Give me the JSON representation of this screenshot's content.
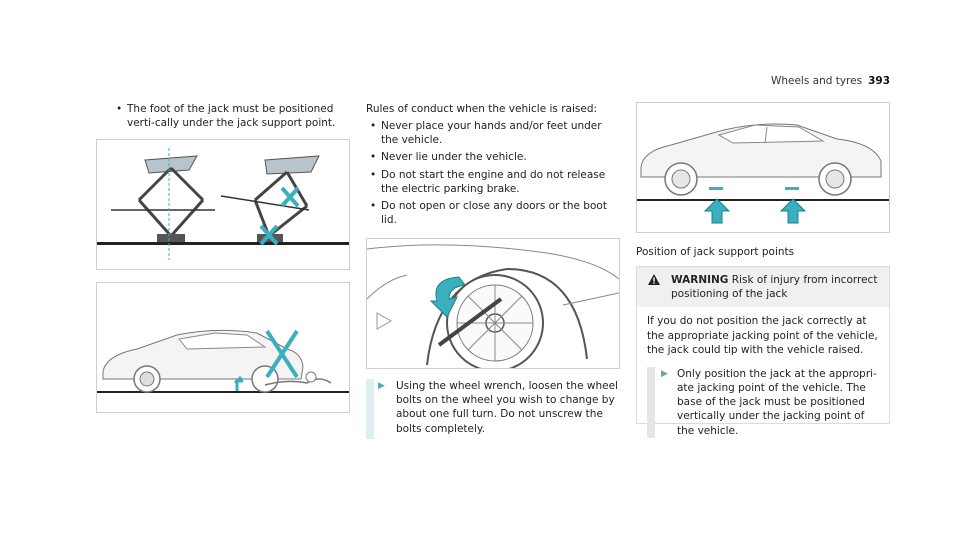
{
  "header": {
    "section": "Wheels and tyres",
    "page_number": "393"
  },
  "col1": {
    "bullets": [
      "The foot of the jack must be positioned verti-cally under the jack support point."
    ]
  },
  "col2": {
    "intro": "Rules of conduct when the vehicle is raised:",
    "rules": [
      "Never place your hands and/or feet under the vehicle.",
      "Never lie under the vehicle.",
      "Do not start the engine and do not release the electric parking brake.",
      "Do not open or close any doors or the boot lid."
    ],
    "step": "Using the wheel wrench, loosen the wheel bolts on the wheel you wish to change by about one full turn. Do not unscrew the bolts completely."
  },
  "col3": {
    "caption": "Position of jack support points",
    "warning": {
      "label": "WARNING",
      "title": "Risk of injury from incorrect positioning of the jack",
      "text": "If you do not position the jack correctly at the appropriate jacking point of the vehicle, the jack could tip with the vehicle raised.",
      "step": "Only position the jack at the appropri-ate jacking point of the vehicle. The base of the jack must be positioned vertically under the jacking point of the vehicle."
    }
  },
  "icons": {
    "bullet_step": "triangle-right-icon",
    "warning": "warning-triangle-icon",
    "up_arrow": "up-arrow-icon",
    "cross": "cross-icon"
  },
  "colors": {
    "accent": "#3ab0be",
    "step_bar": "#dfeef1"
  }
}
